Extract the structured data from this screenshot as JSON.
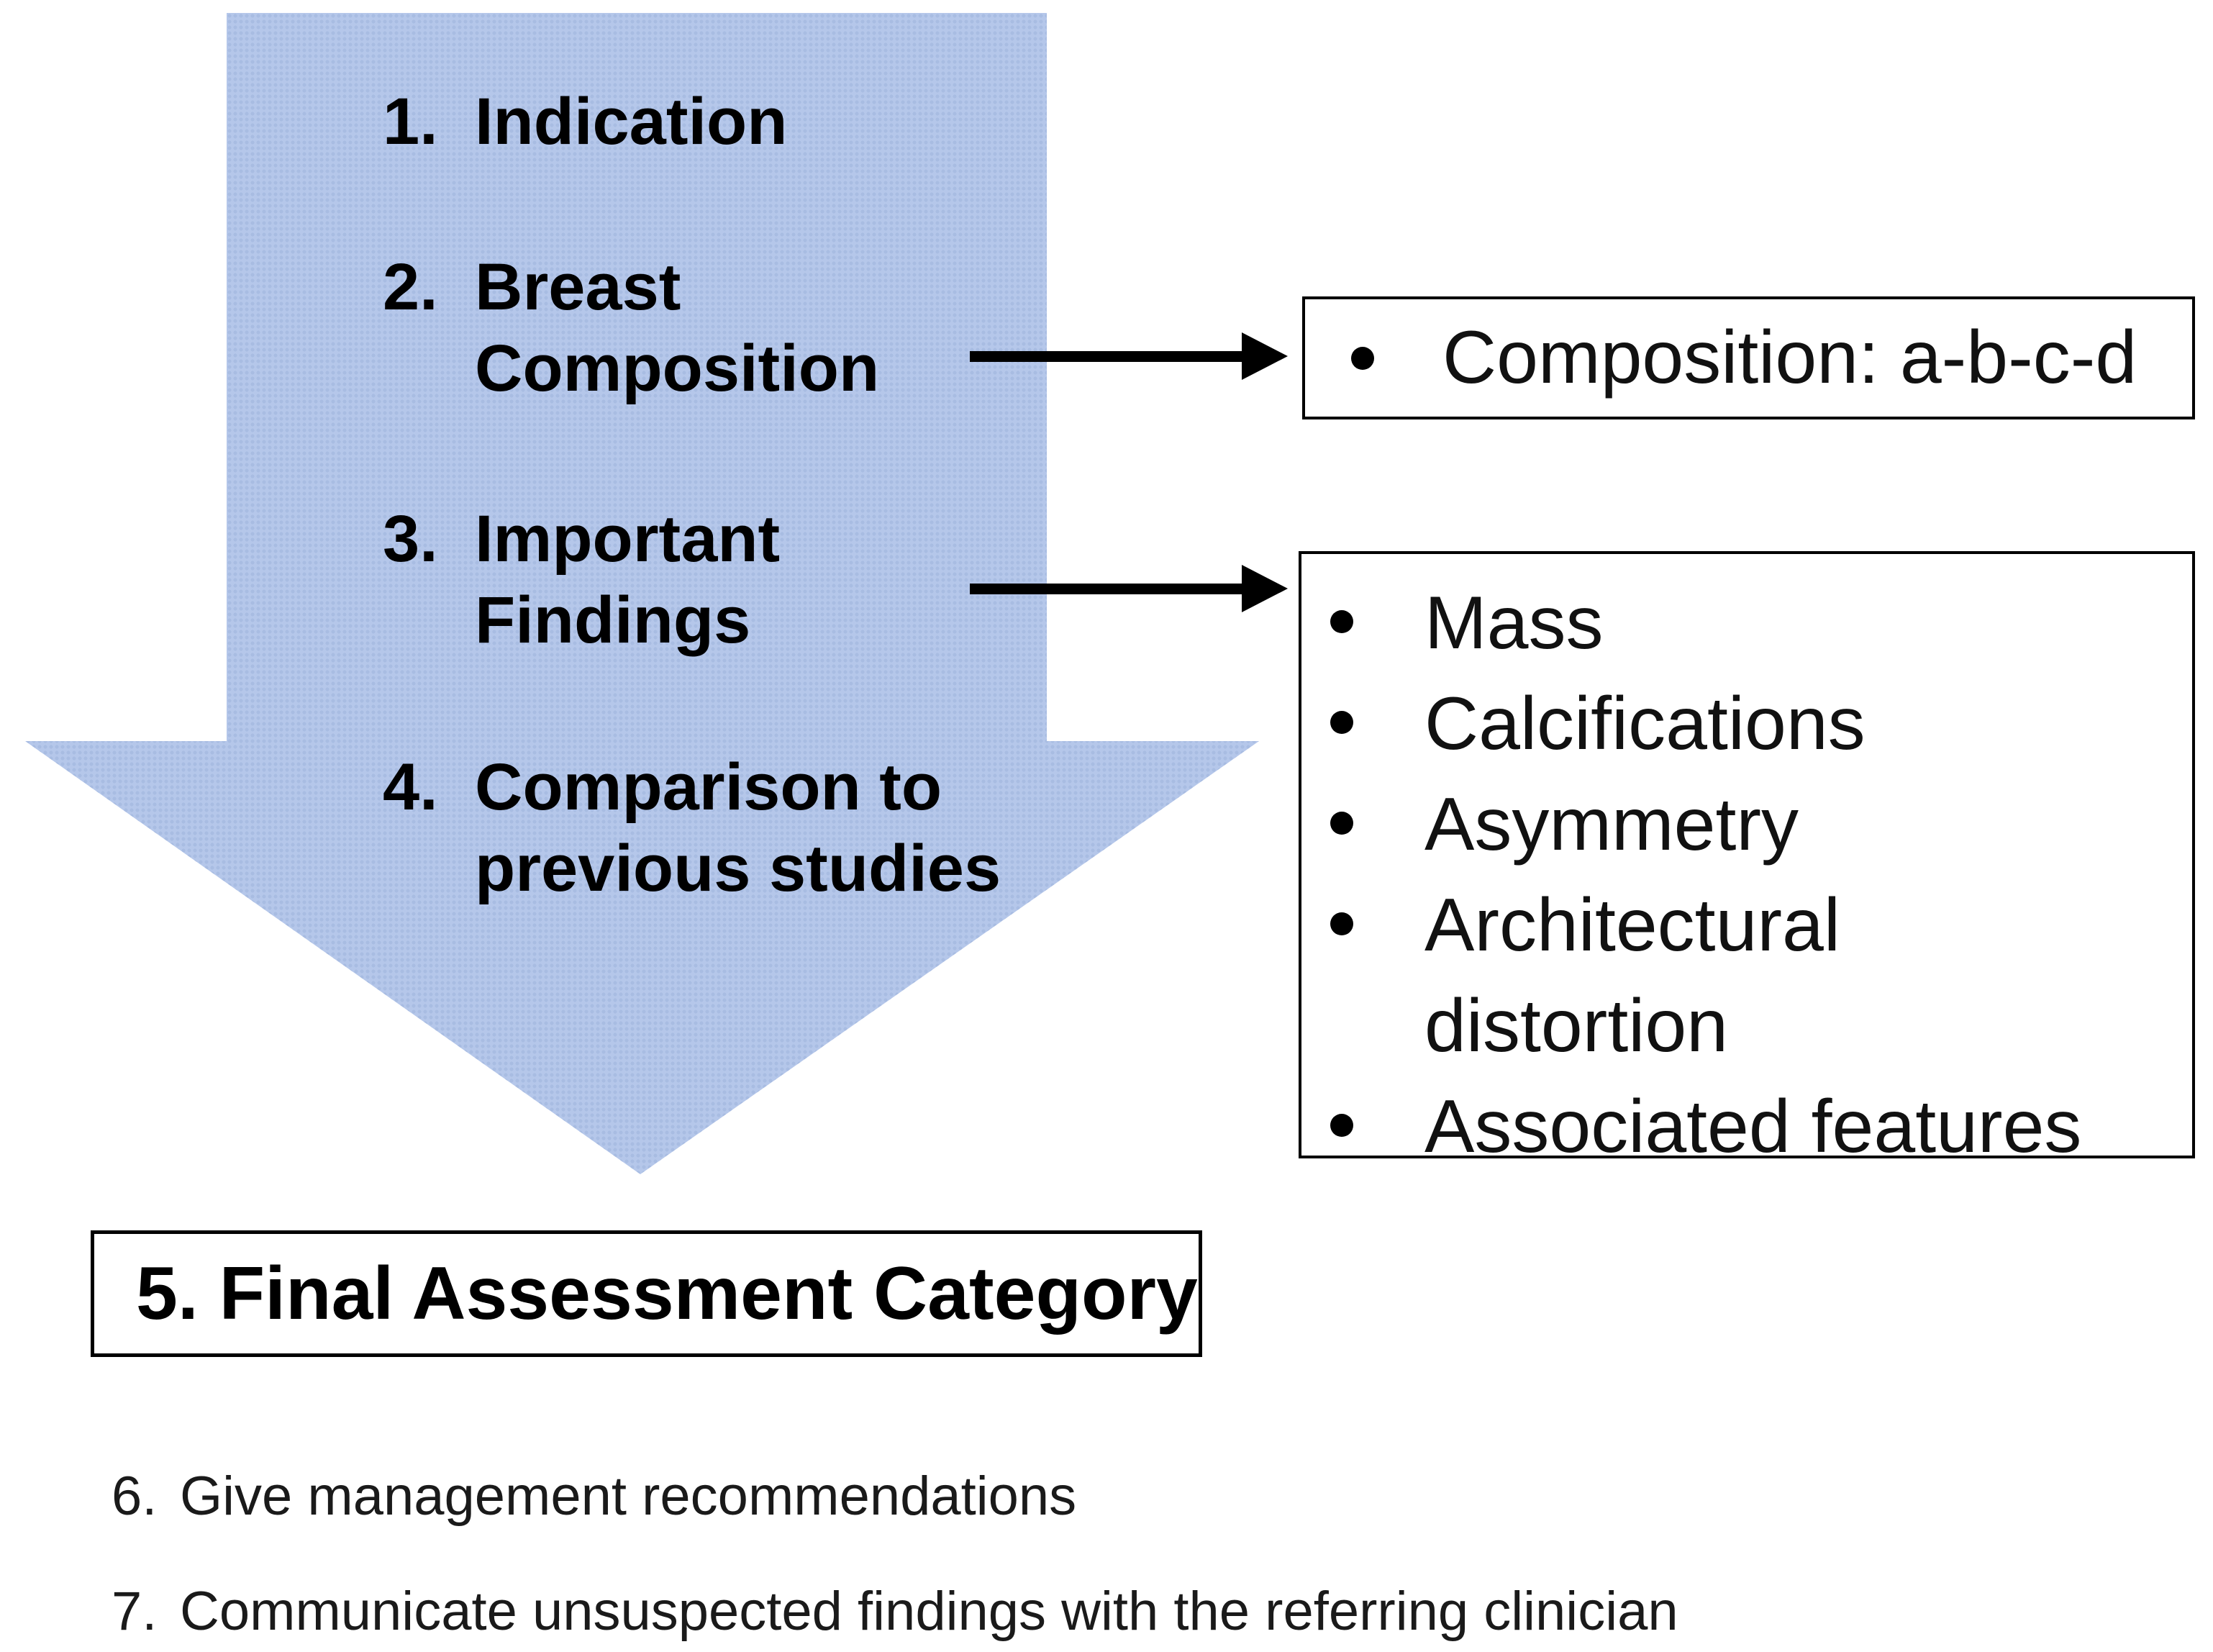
{
  "figure": {
    "description_title": "",
    "colors": {
      "arrow_fill": "#b5c7ea",
      "arrow_dot": "#a8bce2",
      "box_border": "#000000",
      "text": "#000000",
      "footer_text": "#1a1a1a"
    },
    "icons": {
      "bullet": "●",
      "connector_arrow": "→"
    }
  },
  "arrow_steps": {
    "items": [
      {
        "num": "1.",
        "label": "Indication"
      },
      {
        "num": "2.",
        "label": "Breast\nComposition"
      },
      {
        "num": "3.",
        "label": "Important\nFindings"
      },
      {
        "num": "4.",
        "label": "Comparison to\nprevious studies"
      }
    ]
  },
  "composition_box": {
    "text": "Composition: a-b-c-d"
  },
  "findings_box": {
    "items": [
      "Mass",
      "Calcifications",
      "Asymmetry",
      "Architectural\ndistortion",
      "Associated features"
    ]
  },
  "final_assessment_box": {
    "text": "5. Final Assessment Category"
  },
  "footer_steps": [
    {
      "num": "6.",
      "text": "Give management recommendations"
    },
    {
      "num": "7.",
      "text": "Communicate unsuspected findings with the referring clinician"
    }
  ]
}
